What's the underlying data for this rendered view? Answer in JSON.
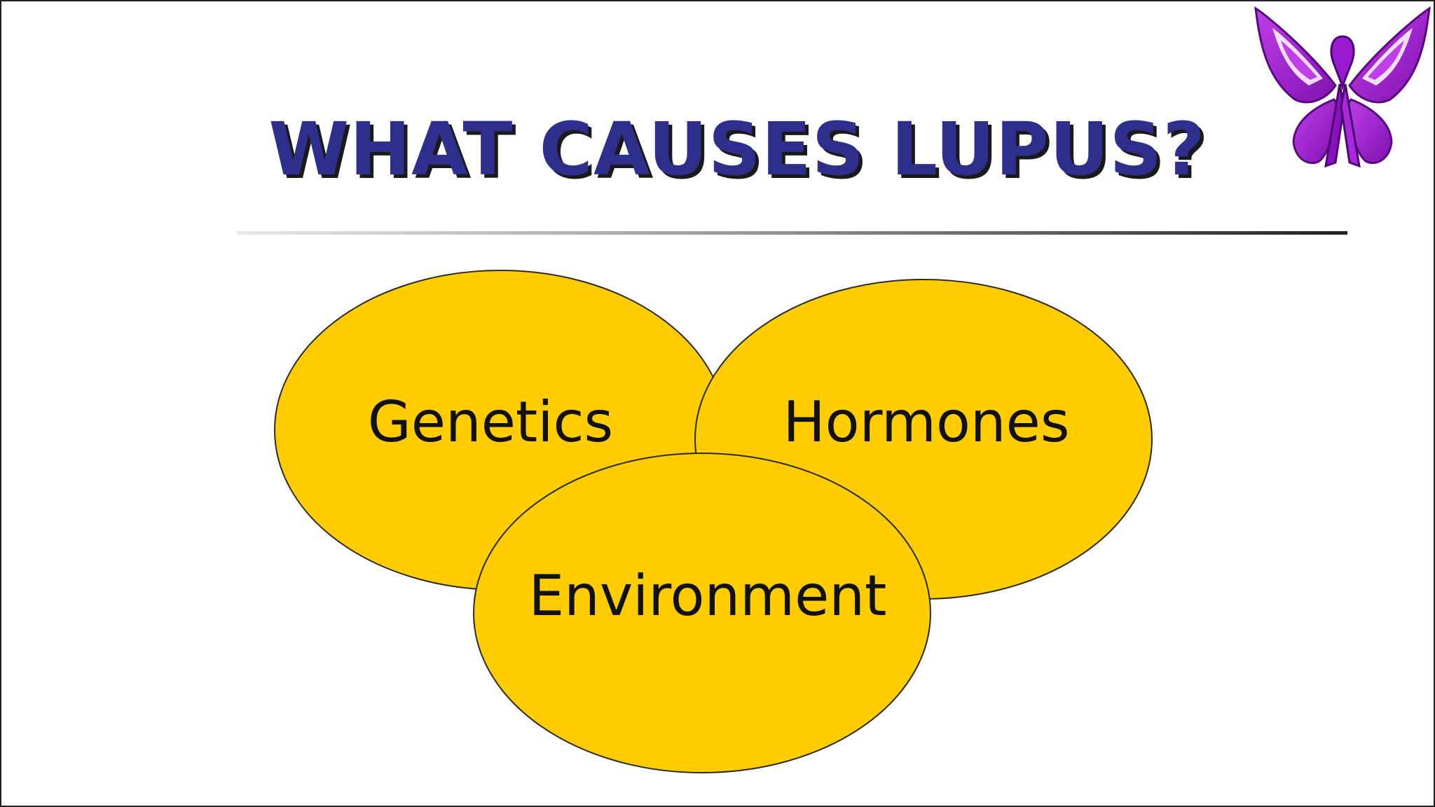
{
  "slide": {
    "title": "WHAT CAUSES LUPUS?"
  },
  "diagram": {
    "circles": [
      {
        "id": "genetics",
        "label": "Genetics"
      },
      {
        "id": "hormones",
        "label": "Hormones"
      },
      {
        "id": "environment",
        "label": "Environment"
      }
    ]
  },
  "colors": {
    "title": "#2e2e8c",
    "circle_fill": "#ffcc00",
    "circle_stroke": "#2a2a2a",
    "logo": "#a020d0"
  },
  "logo": {
    "icon": "butterfly-ribbon-icon"
  }
}
